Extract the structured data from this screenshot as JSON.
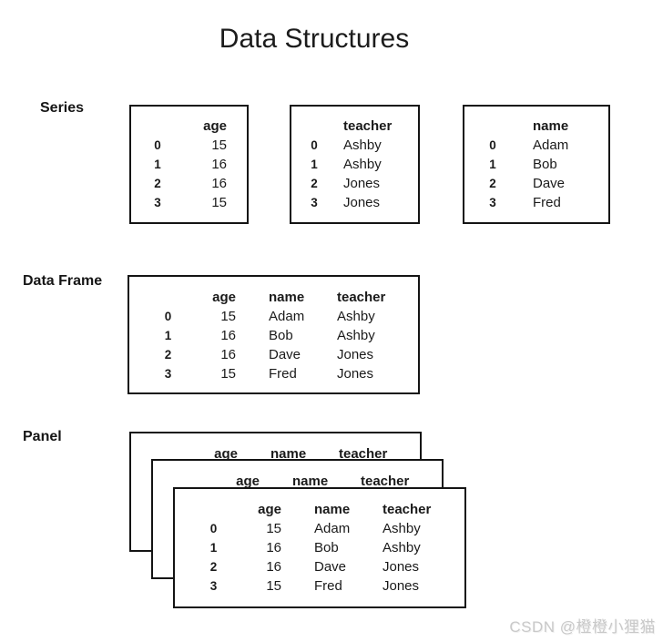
{
  "title": "Data Structures",
  "watermark": "CSDN @橙橙小狸猫",
  "sections": {
    "series": {
      "label": "Series",
      "tables": [
        {
          "column": "age",
          "index": [
            "0",
            "1",
            "2",
            "3"
          ],
          "values": [
            "15",
            "16",
            "16",
            "15"
          ]
        },
        {
          "column": "teacher",
          "index": [
            "0",
            "1",
            "2",
            "3"
          ],
          "values": [
            "Ashby",
            "Ashby",
            "Jones",
            "Jones"
          ]
        },
        {
          "column": "name",
          "index": [
            "0",
            "1",
            "2",
            "3"
          ],
          "values": [
            "Adam",
            "Bob",
            "Dave",
            "Fred"
          ]
        }
      ]
    },
    "data_frame": {
      "label": "Data Frame",
      "columns": [
        "age",
        "name",
        "teacher"
      ],
      "index": [
        "0",
        "1",
        "2",
        "3"
      ],
      "rows": [
        [
          "15",
          "Adam",
          "Ashby"
        ],
        [
          "16",
          "Bob",
          "Ashby"
        ],
        [
          "16",
          "Dave",
          "Jones"
        ],
        [
          "15",
          "Fred",
          "Jones"
        ]
      ]
    },
    "panel": {
      "label": "Panel",
      "layer_count": 3,
      "columns": [
        "age",
        "name",
        "teacher"
      ],
      "index": [
        "0",
        "1",
        "2",
        "3"
      ],
      "rows": [
        [
          "15",
          "Adam",
          "Ashby"
        ],
        [
          "16",
          "Bob",
          "Ashby"
        ],
        [
          "16",
          "Dave",
          "Jones"
        ],
        [
          "15",
          "Fred",
          "Jones"
        ]
      ]
    }
  },
  "colors": {
    "background": "#ffffff",
    "text": "#1a1a1a",
    "border": "#141414",
    "watermark": "#c9c9c9"
  }
}
